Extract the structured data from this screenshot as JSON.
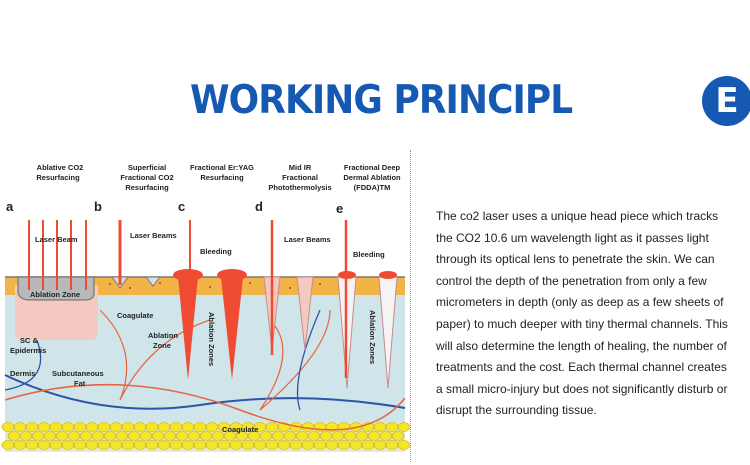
{
  "title": {
    "text": "WORKING PRINCIPL",
    "circle_letter": "E"
  },
  "diagram": {
    "headers": [
      {
        "letter": "a",
        "lines": [
          "Ablative CO2",
          "Resurfacing"
        ]
      },
      {
        "letter": "b",
        "lines": [
          "Superficial",
          "Fractional CO2",
          "Resurfacing"
        ]
      },
      {
        "letter": "c",
        "lines": [
          "Fractional Er:YAG",
          "Resurfacing"
        ]
      },
      {
        "letter": "d",
        "lines": [
          "Mid IR",
          "Fractional",
          "Photothermolysis"
        ]
      },
      {
        "letter": "e",
        "lines": [
          "Fractional Deep",
          "Dermal Ablation",
          "(FDDA)TM"
        ]
      }
    ],
    "labels": {
      "laser_beam": "Laser Beam",
      "laser_beams_b": "Laser Beams",
      "laser_beams_d": "Laser Beams",
      "bleeding_c": "Bleeding",
      "bleeding_e": "Bleeding",
      "ablation_zone_a": "Ablation Zone",
      "coagulate_b": "Coagulate",
      "ablation_zone_b1": "Ablation",
      "ablation_zone_b2": "Zone",
      "ablation_zones_c": "Ablation Zones",
      "ablation_zones_e": "Ablation Zones",
      "coagulate_d": "Coagulate",
      "sc": "SC &",
      "epidermis": "Epidermis",
      "dermis": "Dermis",
      "subcutaneous": "Subcutaneous",
      "fat": "Fat"
    },
    "colors": {
      "laser": "#ef4b33",
      "epidermis": "#f2b347",
      "dermis": "#cfe5ea",
      "fat": "#f5e62a",
      "vessel_red": "#e8643f",
      "vessel_blue": "#2c54a8"
    }
  },
  "paragraph": "The co2 laser uses a unique head piece which tracks the CO2 10.6 um wavelength light as it passes light through its optical lens to penetrate the skin. We can control the depth of the penetration from only a few micrometers in depth (only as deep as a few sheets of paper) to much deeper with tiny thermal channels. This will also determine the length of healing, the number of treatments and the cost. Each thermal channel creates a small micro-injury but does not significantly disturb or disrupt the surrounding tissue."
}
